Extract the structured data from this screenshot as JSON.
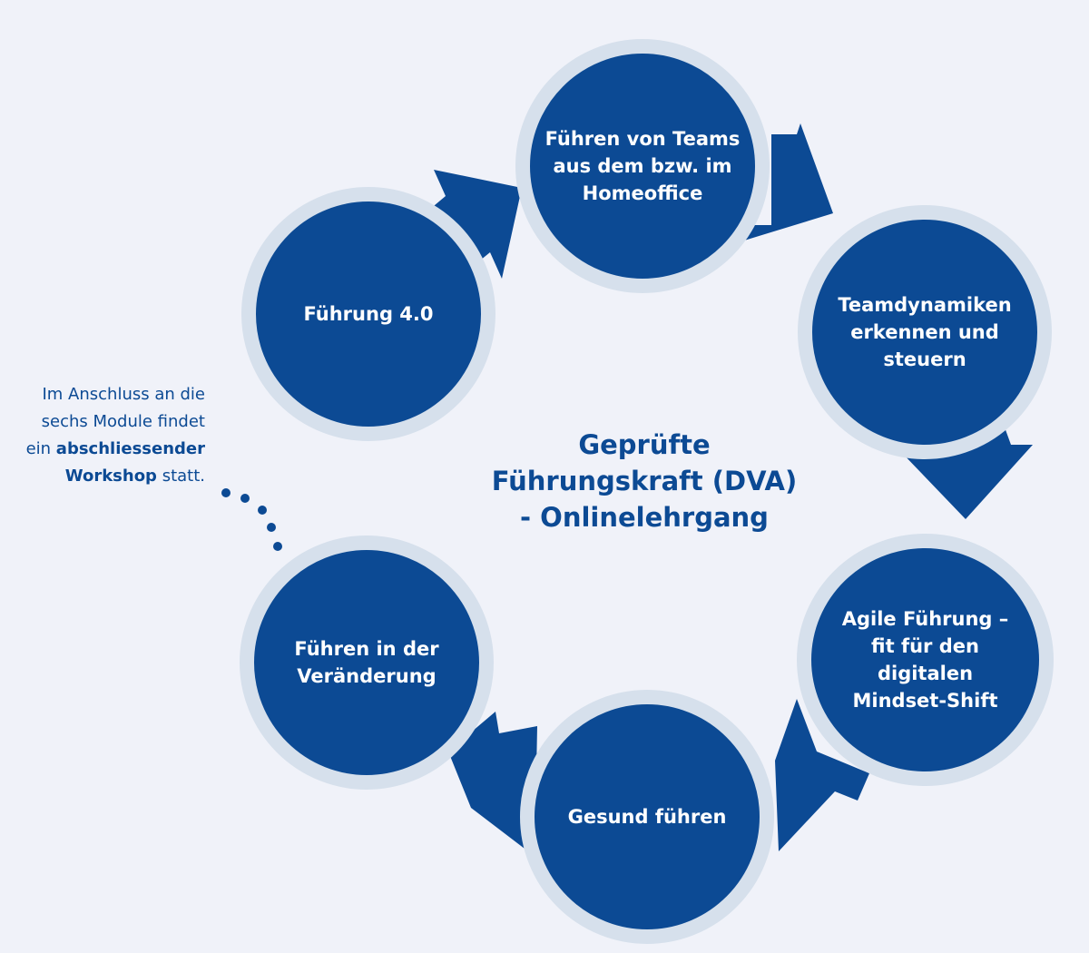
{
  "title": {
    "line1": "Geprüfte",
    "line2": "Führungskraft (DVA)",
    "line3": "- Onlinelehrgang"
  },
  "modules": [
    {
      "label": "Führen von Teams aus dem bzw. im Homeoffice"
    },
    {
      "label": "Teamdynamiken erkennen und steuern"
    },
    {
      "label": "Agile Führung – fit für den digitalen Mindset-Shift"
    },
    {
      "label": "Gesund führen"
    },
    {
      "label": "Führen in der Veränderung"
    },
    {
      "label": "Führung 4.0"
    }
  ],
  "note": {
    "line1": "Im Anschluss an die",
    "line2": "sechs Module findet",
    "line3_prefix": "ein",
    "line3_bold": "abschliessender",
    "line4_bold": "Workshop",
    "line4_suffix": "statt."
  },
  "colors": {
    "background": "#f0f2f9",
    "primary": "#0c4a94",
    "ring": "#d6e0ec",
    "text_on_primary": "#ffffff"
  }
}
